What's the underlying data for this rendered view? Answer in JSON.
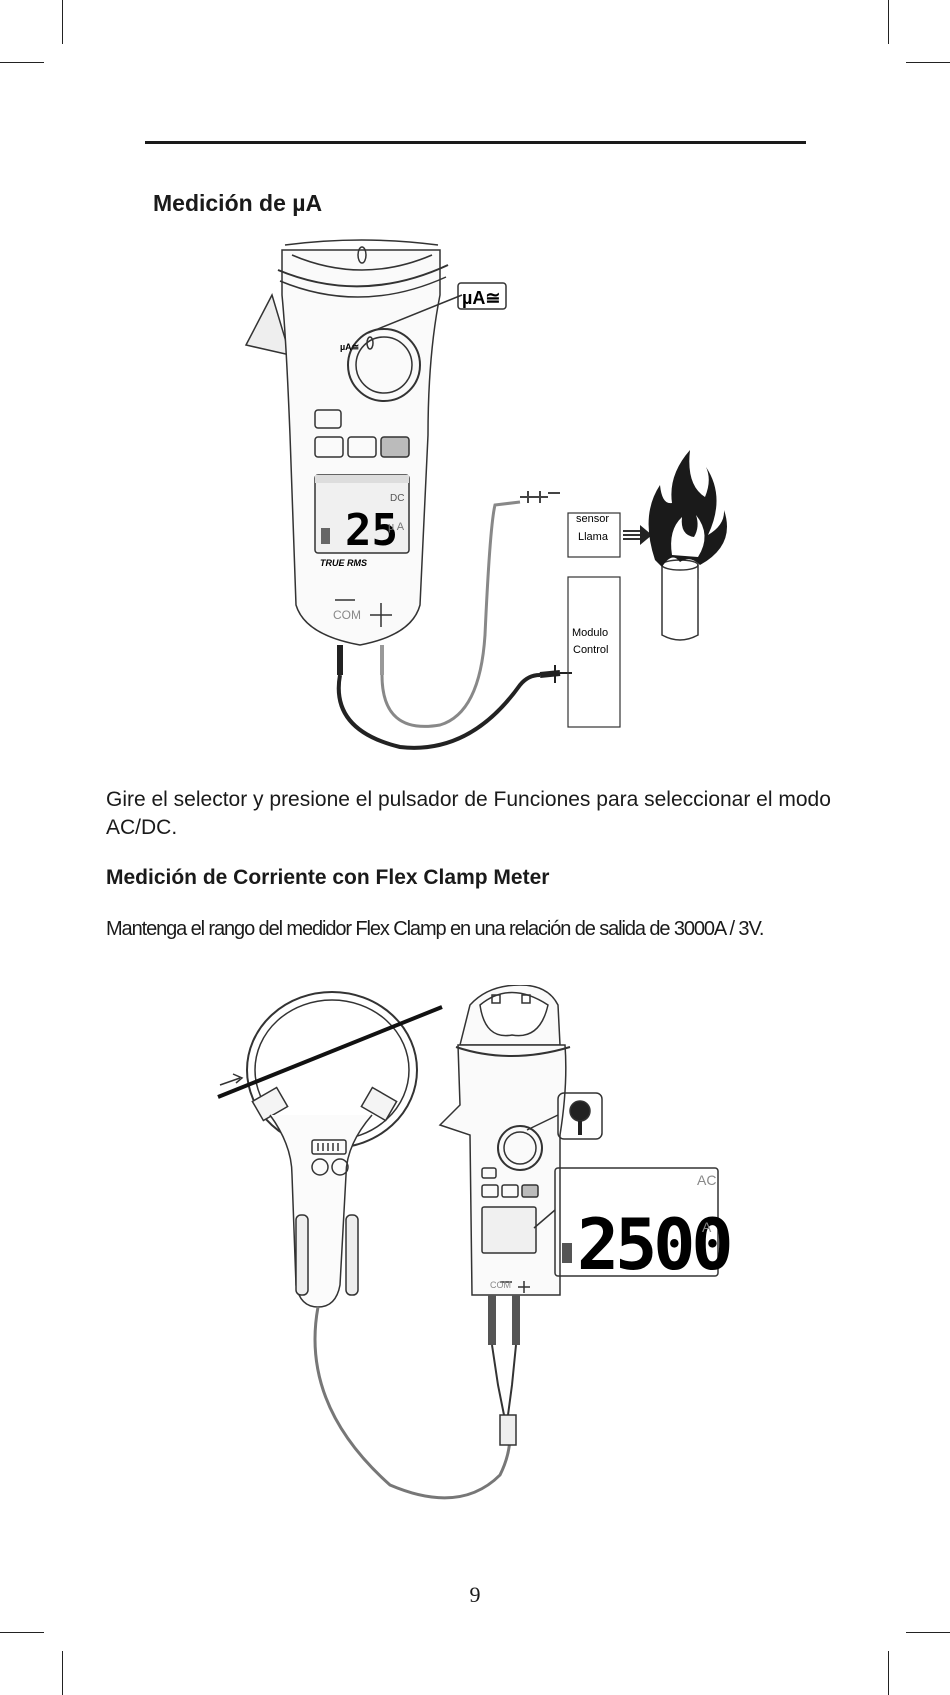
{
  "section1": {
    "heading": "Medición de µA",
    "figure": {
      "meter_dial_label": "µA≅",
      "callout_label": "µA≅",
      "lcd_value": "25",
      "lcd_mode": "DC",
      "lcd_unit": "µ A",
      "meter_brand": "TRUE RMS",
      "terminal_com": "COM",
      "terminal_plus": "+",
      "sensor_box": [
        "sensor",
        "Llama"
      ],
      "control_box": [
        "Modulo",
        "Control"
      ]
    },
    "paragraph": "Gire el selector y presione el pulsador de Funciones para seleccionar el modo  AC/DC."
  },
  "section2": {
    "heading": "Medición de Corriente con Flex Clamp Meter",
    "paragraph": "Mantenga el rango del medidor Flex Clamp en una relación de salida de 3000A / 3V.",
    "figure": {
      "lcd_value": "2500",
      "lcd_mode": "AC",
      "lcd_unit": "A",
      "terminal_com": "COM",
      "terminal_plus": "+"
    }
  },
  "page_number": "9"
}
